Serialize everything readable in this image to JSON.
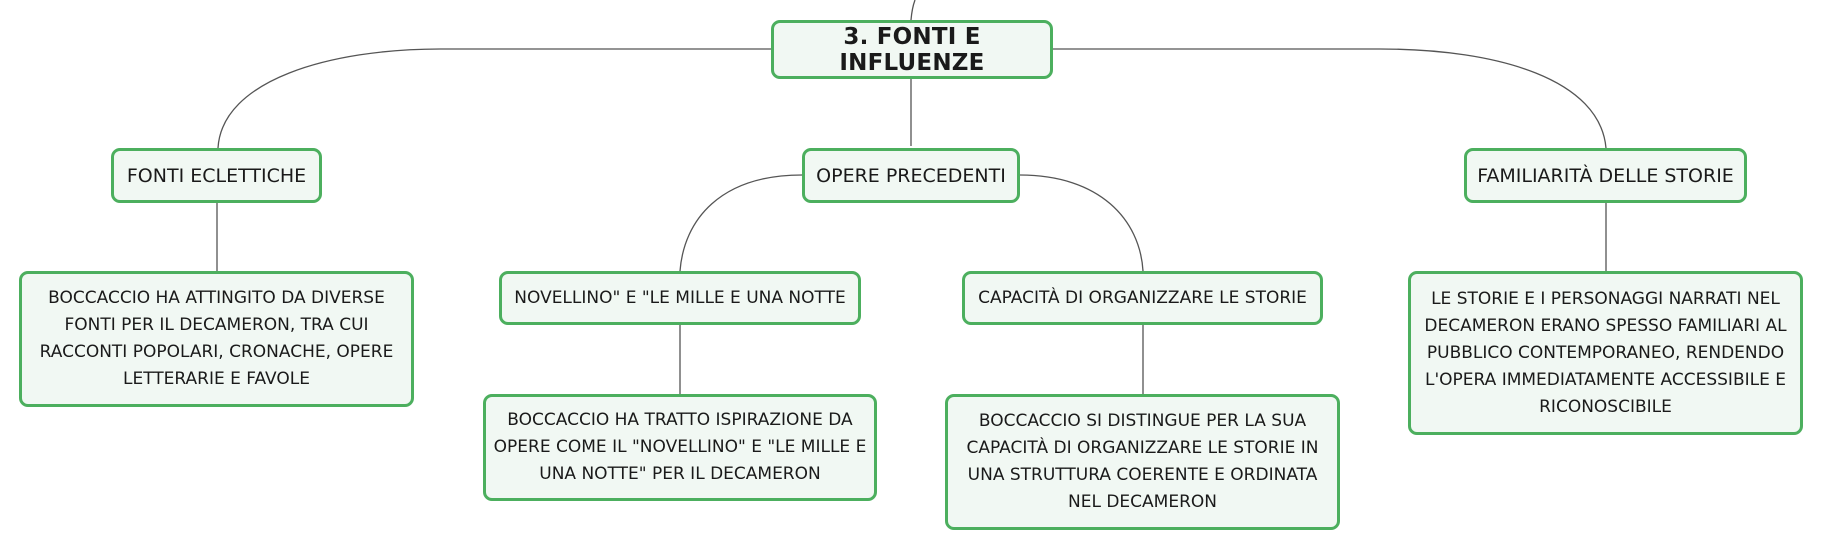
{
  "diagram": {
    "root": {
      "label": "3. FONTI E INFLUENZE"
    },
    "branches": [
      {
        "label": "FONTI ECLETTICHE",
        "children": [
          {
            "label": "BOCCACCIO HA ATTINGITO DA DIVERSE FONTI PER IL DECAMERON, TRA CUI RACCONTI POPOLARI, CRONACHE, OPERE LETTERARIE E FAVOLE"
          }
        ]
      },
      {
        "label": "OPERE PRECEDENTI",
        "children": [
          {
            "label": "NOVELLINO\" E \"LE MILLE E UNA NOTTE",
            "detail": "BOCCACCIO HA TRATTO ISPIRAZIONE DA OPERE COME IL \"NOVELLINO\" E \"LE MILLE E UNA NOTTE\" PER IL DECAMERON"
          },
          {
            "label": "CAPACITÀ DI ORGANIZZARE LE STORIE",
            "detail": "BOCCACCIO SI DISTINGUE PER LA SUA CAPACITÀ DI ORGANIZZARE LE STORIE IN UNA STRUTTURA COERENTE E ORDINATA NEL DECAMERON"
          }
        ]
      },
      {
        "label": "FAMILIARITÀ DELLE STORIE",
        "children": [
          {
            "label": "LE STORIE E I PERSONAGGI NARRATI NEL DECAMERON ERANO SPESSO FAMILIARI AL PUBBLICO CONTEMPORANEO, RENDENDO L'OPERA IMMEDIATAMENTE ACCESSIBILE E RICONOSCIBILE"
          }
        ]
      }
    ]
  },
  "colors": {
    "node_border": "#4caf5e",
    "node_fill": "#f1f8f3",
    "connector": "#555555",
    "text": "#1a1a1a"
  }
}
